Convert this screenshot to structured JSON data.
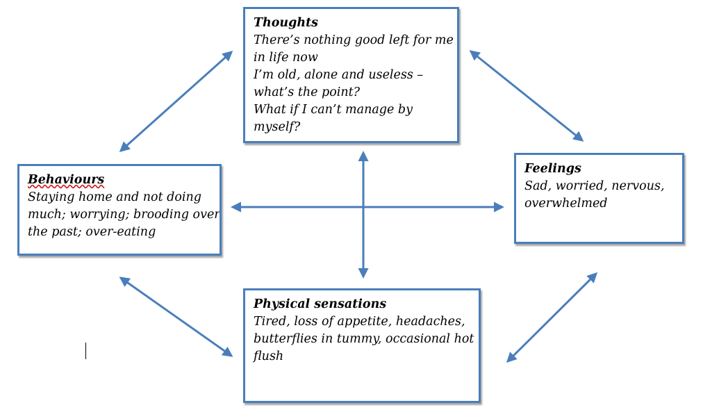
{
  "diagram": {
    "nodes": {
      "thoughts": {
        "title": "Thoughts",
        "lines": [
          "There’s nothing good left for me",
          "in life now",
          "I’m old, alone and useless –",
          "what’s the point?",
          "What if I can’t manage by",
          "myself?"
        ]
      },
      "feelings": {
        "title": "Feelings",
        "lines": [
          "Sad, worried, nervous,",
          "overwhelmed"
        ]
      },
      "behaviours": {
        "title": "Behaviours",
        "lines": [
          "Staying home and not doing",
          "much; worrying; brooding over",
          "the past; over-eating"
        ]
      },
      "sensations": {
        "title": "Physical sensations",
        "lines": [
          "Tired, loss of appetite, headaches,",
          "butterflies in tummy, occasional hot",
          "flush"
        ]
      }
    },
    "links": [
      {
        "from": "thoughts",
        "to": "feelings",
        "bidirectional": true
      },
      {
        "from": "thoughts",
        "to": "behaviours",
        "bidirectional": true
      },
      {
        "from": "thoughts",
        "to": "sensations",
        "bidirectional": true
      },
      {
        "from": "behaviours",
        "to": "feelings",
        "bidirectional": true
      },
      {
        "from": "behaviours",
        "to": "sensations",
        "bidirectional": true
      },
      {
        "from": "feelings",
        "to": "sensations",
        "bidirectional": true
      }
    ],
    "colors": {
      "box_border": "#4a7ebb",
      "arrow": "#4a7ebb",
      "spellcheck_underline": "#d02020"
    }
  }
}
